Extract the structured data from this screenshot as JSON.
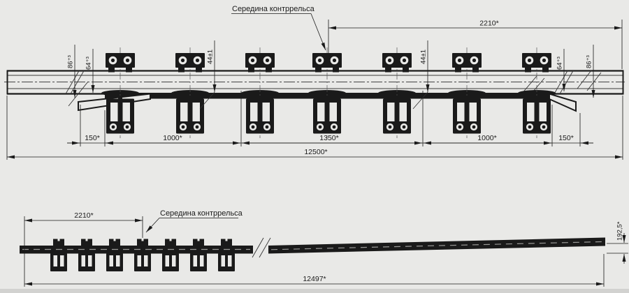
{
  "drawing": {
    "leader_top_label": "Середина контррельса",
    "leader_bottom_label": "Середина контррельса",
    "plan": {
      "dim_span_right": "2210*",
      "dim_overall": "12500*",
      "chain": [
        "150*",
        "1000*",
        "1350*",
        "1000*",
        "150*"
      ],
      "gauge": {
        "left_outer": "86⁺³",
        "left_inner": "64⁺³",
        "left_mid": "44±1",
        "right_mid": "44±1",
        "right_inner": "64⁺³",
        "right_outer": "86⁺³"
      }
    },
    "side": {
      "dim_span_left": "2210*",
      "dim_end_rise": "192,5*",
      "dim_overall": "12497*"
    },
    "colors": {
      "background": "#e9e9e7",
      "line": "#1a1a1a"
    }
  }
}
